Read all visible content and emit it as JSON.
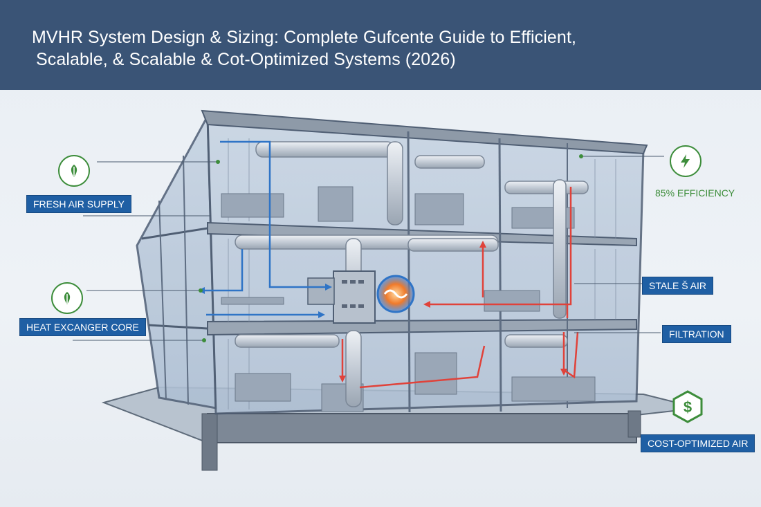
{
  "header": {
    "title_line1": "MVHR System Design & Sizing: Complete Gufcente Guide to Efficient,",
    "title_line2": "Scalable, & Scalable  & Cot-Optimized Systems (2026)",
    "background": "#3a5476"
  },
  "labels": {
    "fresh_air": "FRESH AIR SUPPLY",
    "heat_core": "HEAT EXCANGER CORE",
    "efficiency": "85% EFFICIENCY",
    "stale_air": "STALE Š AIR",
    "filtration": "FILTRATION",
    "cost": "COST-OPTIMIZED AIR"
  },
  "icons": {
    "leaf_top": "leaf-icon",
    "leaf_bottom": "leaf-icon",
    "bolt": "lightning-bolt-icon",
    "dollar": "dollar-hexagon-icon"
  },
  "colors": {
    "label_bg": "#1f5fa4",
    "accent_green": "#3d8d3b",
    "supply_blue": "#2f74c6",
    "exhaust_red": "#e0423a",
    "duct": "#c9d1da"
  }
}
